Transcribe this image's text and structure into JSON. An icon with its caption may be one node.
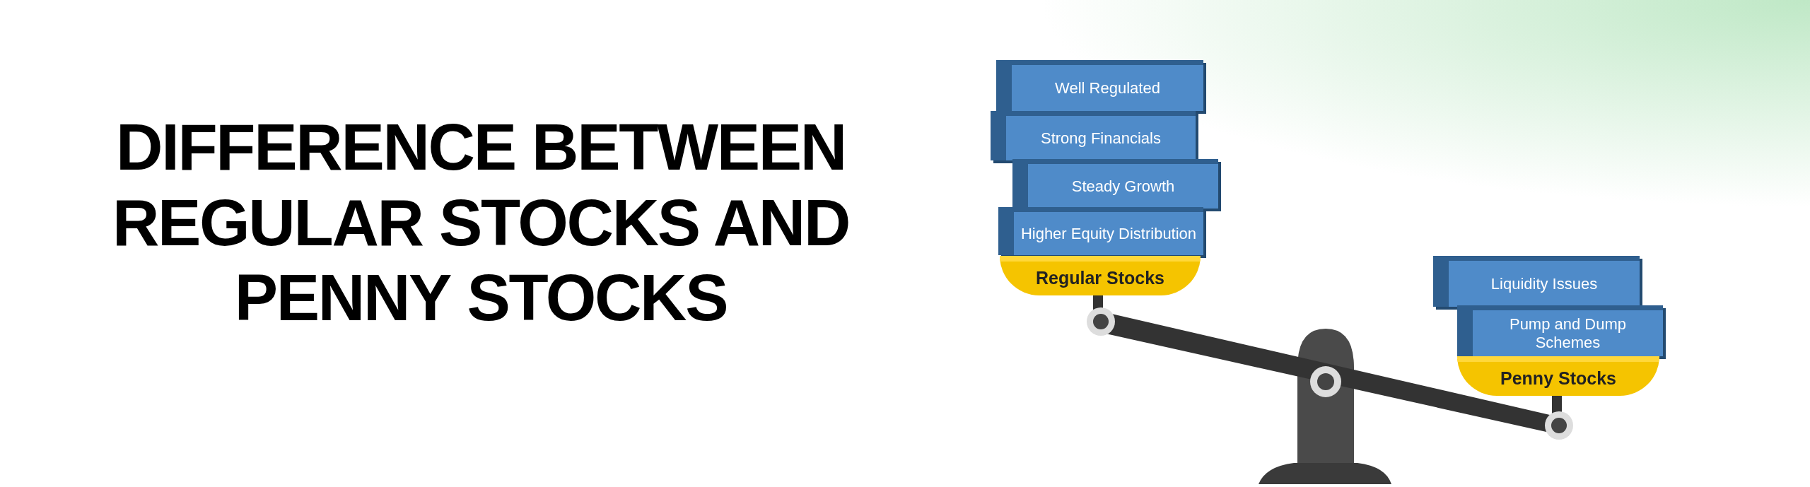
{
  "diagram": {
    "title": "DIFFERENCE BETWEEN **REGULAR** STOCKS AND **PENNY** STOCKS",
    "nodes": [
      {
        "text": [
          "Well Regulated"
        ]
      },
      {
        "text": [
          "Strong Financials"
        ]
      },
      {
        "text": [
          "Steady Growth"
        ]
      },
      {
        "text": [
          "Higher Equity Distribution"
        ]
      },
      {
        "text": [
          "Regular Stocks"
        ]
      },
      {
        "text": [
          "Liquidity Issues"
        ]
      },
      {
        "text": [
          "Pump and Dump Schemes"
        ]
      },
      {
        "text": [
          "Penny Stocks"
        ]
      }
    ]
  }
}
